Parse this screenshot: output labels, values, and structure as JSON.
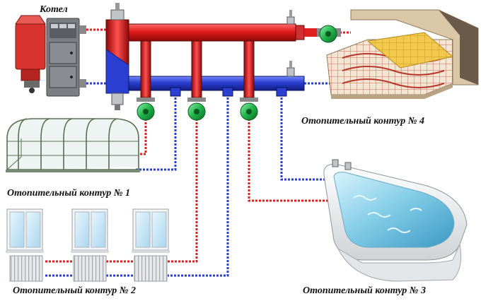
{
  "labels": {
    "boiler": "Котел",
    "circuit1": "Отопительный контур № 1",
    "circuit2": "Отопительный контур № 2",
    "circuit3": "Отопительный контур № 3",
    "circuit4": "Отопительный контур № 4"
  },
  "colors": {
    "supply": "#e02020",
    "return": "#2a3fd0",
    "pump": "#1fb34a",
    "pipe_supply_dark": "#a80d0d",
    "pipe_return_dark": "#141f8c"
  },
  "components": {
    "boiler": "solid-fuel-boiler-with-hopper",
    "manifold": "hydraulic-distribution-manifold",
    "pumps": [
      "pump-circuit-1",
      "pump-circuit-2",
      "pump-circuit-3",
      "pump-circuit-4"
    ],
    "consumers": [
      "greenhouse",
      "window-radiators",
      "bathtub",
      "underfloor-heating"
    ]
  }
}
